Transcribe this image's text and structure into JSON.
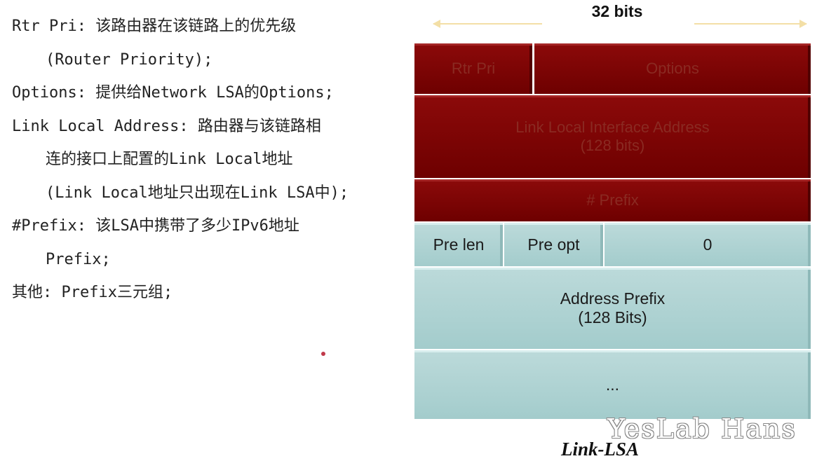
{
  "notes": [
    {
      "text": "Rtr Pri: 该路由器在该链路上的优先级",
      "indent": false
    },
    {
      "text": "(Router Priority);",
      "indent": true
    },
    {
      "text": "Options: 提供给Network LSA的Options;",
      "indent": false
    },
    {
      "text": "Link Local Address: 路由器与该链路相",
      "indent": false
    },
    {
      "text": "连的接口上配置的Link Local地址",
      "indent": true
    },
    {
      "text": "(Link Local地址只出现在Link LSA中);",
      "indent": true
    },
    {
      "text": "#Prefix: 该LSA中携带了多少IPv6地址",
      "indent": false
    },
    {
      "text": "Prefix;",
      "indent": true
    },
    {
      "text": "其他: Prefix三元组;",
      "indent": false
    }
  ],
  "diagram": {
    "width_label": "32 bits",
    "rtr_pri": "Rtr Pri",
    "options": "Options",
    "link_local_line1": "Link Local Interface Address",
    "link_local_line2": "(128 bits)",
    "num_prefix": "# Prefix",
    "pre_len": "Pre len",
    "pre_opt": "Pre opt",
    "zero": "0",
    "addr_prefix_line1": "Address Prefix",
    "addr_prefix_line2": "(128 Bits)",
    "ellipsis": "...",
    "caption": "Link-LSA",
    "watermark": "YesLab Hans"
  },
  "colors": {
    "header_red": "#7a0202",
    "prefix_teal": "#b1d4d4",
    "dimension_line": "#f3dfa6"
  }
}
